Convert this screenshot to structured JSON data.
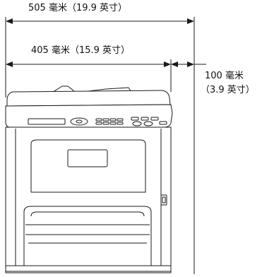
{
  "dimensions": {
    "overall_width": "505 毫米（19.9 英寸）",
    "body_width": "405 毫米（15.9 英寸）",
    "rear_clearance_line1": "100 毫米",
    "rear_clearance_line2": "（3.9 英寸）"
  },
  "colors": {
    "line": "#1a1a1a",
    "fill": "#ffffff"
  }
}
